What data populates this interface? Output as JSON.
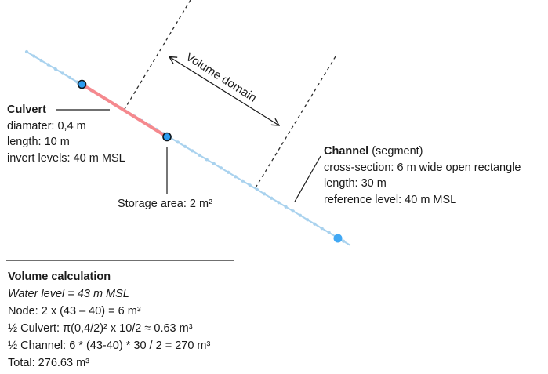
{
  "diagram": {
    "culvert": {
      "title": "Culvert",
      "lines": [
        "diamater: 0,4 m",
        "length: 10 m",
        "invert levels: 40 m MSL"
      ]
    },
    "storage_label": "Storage area: 2 m²",
    "channel": {
      "title": "Channel",
      "title_suffix": " (segment)",
      "lines": [
        "cross-section: 6 m wide open rectangle",
        "length: 30 m",
        "reference level: 40 m MSL"
      ]
    },
    "volume_domain_label": "Volume domain"
  },
  "calculation": {
    "title": "Volume calculation",
    "water_level": "Water level = 43 m MSL",
    "lines": [
      "Node: 2 x (43 – 40) = 6 m³",
      "½ Culvert: π(0,4/2)² x 10/2 ≈ 0.63 m³",
      "½ Channel: 6 * (43-40) * 30 / 2 = 270 m³",
      "Total: 276.63 m³"
    ]
  },
  "colors": {
    "channel_line": "#A9D2EE",
    "culvert_line": "#F5898E",
    "node_fill": "#2D9CF0",
    "node_stroke": "#10181f",
    "end_node_fill": "#41A8F4",
    "dashed_line": "#2b2b2b",
    "pointer_line": "#1a1a1a"
  }
}
